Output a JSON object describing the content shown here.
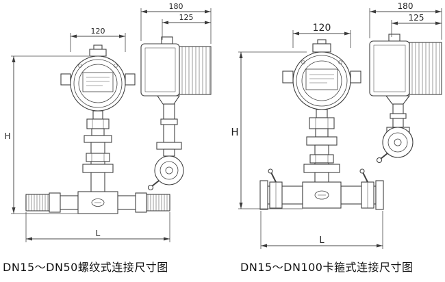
{
  "drawings": {
    "left": {
      "caption": "DN15～DN50螺纹式连接尺寸图",
      "dimensions": {
        "top_width": "120",
        "side_depth_total": "180",
        "side_depth_partial": "125",
        "height": "H",
        "length": "L"
      }
    },
    "right": {
      "caption": "DN15～DN100卡箍式连接尺寸图",
      "dimensions": {
        "top_width": "120",
        "side_depth_total": "180",
        "side_depth_partial": "125",
        "height": "H",
        "length": "L"
      }
    }
  }
}
